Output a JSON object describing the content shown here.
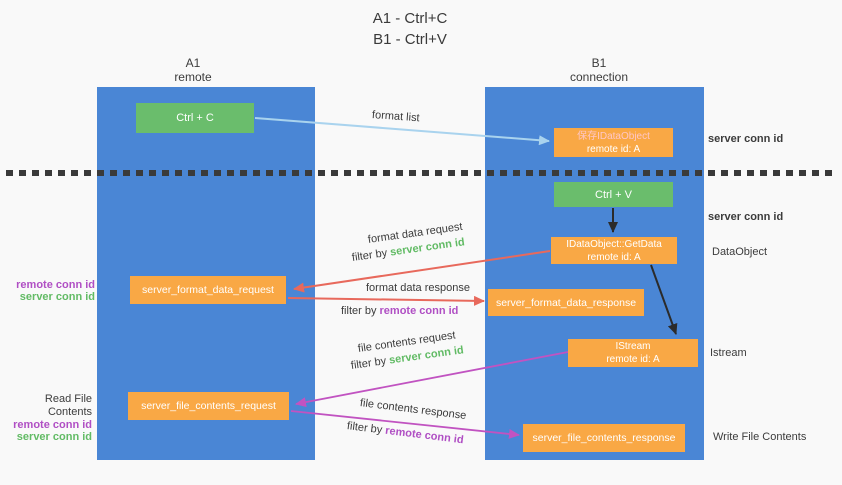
{
  "title": {
    "line1": "A1 - Ctrl+C",
    "line2": "B1 - Ctrl+V"
  },
  "columns": {
    "left": {
      "id": "A1",
      "role": "remote"
    },
    "right": {
      "id": "B1",
      "role": "connection"
    }
  },
  "boxes": {
    "ctrl_c": {
      "label": "Ctrl + C"
    },
    "save_dataobject": {
      "line1": "保存IDataObject",
      "line2": "remote id: A"
    },
    "ctrl_v": {
      "label": "Ctrl + V"
    },
    "getdata": {
      "line1": "IDataObject::GetData",
      "line2": "remote id: A"
    },
    "format_request": {
      "label": "server_format_data_request"
    },
    "format_response": {
      "label": "server_format_data_response"
    },
    "istream": {
      "line1": "IStream",
      "line2": "remote id: A"
    },
    "file_request": {
      "label": "server_file_contents_request"
    },
    "file_response": {
      "label": "server_file_contents_response"
    }
  },
  "arrows": {
    "format_list": {
      "label": "format list"
    },
    "format_data_request": {
      "label": "format data request",
      "filter_prefix": "filter by",
      "filter_id": "server conn id"
    },
    "format_data_response": {
      "label": "format data response",
      "filter_prefix": "filter by",
      "filter_id": "remote conn id"
    },
    "file_contents_request": {
      "label": "file contents request",
      "filter_prefix": "filter by",
      "filter_id": "server conn id"
    },
    "file_contents_response": {
      "label": "file contents response",
      "filter_prefix": "filter by",
      "filter_id": "remote conn id"
    }
  },
  "side_labels": {
    "server_conn_id_top": "server conn id",
    "server_conn_id_mid": "server conn id",
    "dataobject": "DataObject",
    "istream": "Istream",
    "write_file_contents": "Write File Contents",
    "read_file_contents": "Read File Contents",
    "format_request_ids": {
      "remote": "remote conn id",
      "server": "server conn id"
    },
    "file_request_ids": {
      "remote": "remote conn id",
      "server": "server conn id"
    }
  },
  "colors": {
    "column_blue": "#4a86d5",
    "box_green": "#6abd6c",
    "box_orange": "#f9a845",
    "arrow_red": "#e8695c",
    "arrow_magenta": "#c153c1",
    "arrow_light_blue": "#a9d3ee",
    "arrow_black": "#2b2b2b",
    "id_green": "#62bb65",
    "id_purple": "#b04fc4",
    "text_dark": "#3c3c3c",
    "save_box_text_red": "#ffc6c6"
  }
}
